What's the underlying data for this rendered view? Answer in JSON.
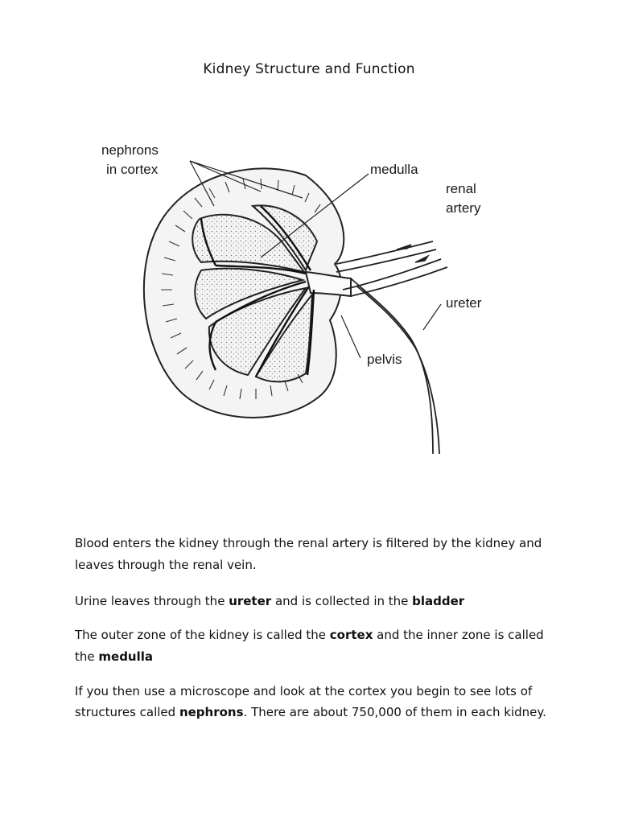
{
  "document": {
    "title": "Kidney Structure and Function"
  },
  "diagram": {
    "labels": {
      "nephrons_line1": "nephrons",
      "nephrons_line2": "in cortex",
      "medulla": "medulla",
      "renal_line1": "renal",
      "renal_line2": "artery",
      "ureter": "ureter",
      "pelvis": "pelvis"
    }
  },
  "paragraphs": {
    "p1": {
      "text": "Blood enters the kidney through the renal artery is filtered by the kidney and leaves through the renal vein."
    },
    "p2": {
      "pre": "Urine leaves through the ",
      "b1": "ureter",
      "mid": " and is collected in the ",
      "b2": "bladder"
    },
    "p3": {
      "pre": "The outer zone of the kidney is called the ",
      "b1": "cortex",
      "mid": "  and the inner zone is called the ",
      "b2": "medulla"
    },
    "p4": {
      "pre": "If you then use a microscope and look at the cortex you begin to see lots of structures called ",
      "b1": "nephrons",
      "post": ". There are about 750,000 of them in each kidney."
    }
  }
}
